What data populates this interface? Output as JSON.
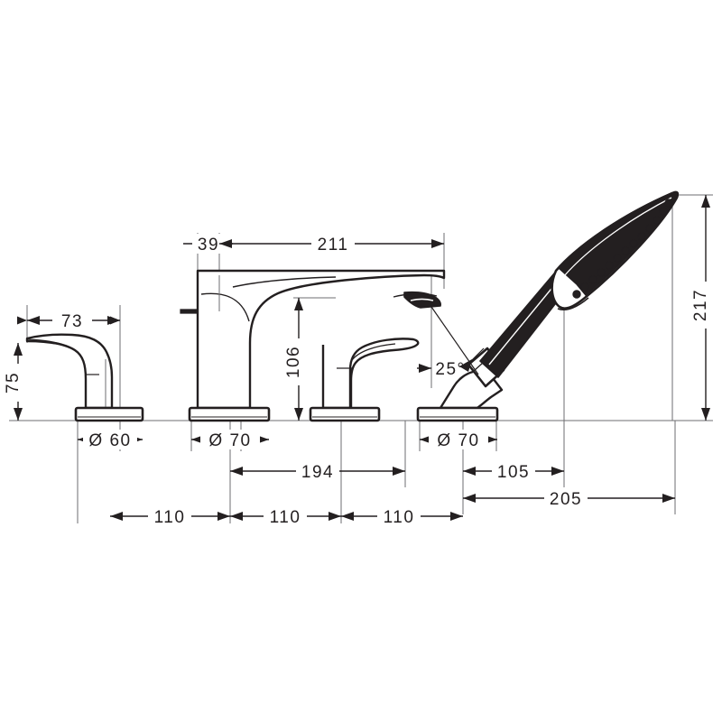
{
  "drawing": {
    "title": "Bath mixer technical dimension drawing",
    "units": "mm",
    "line_color": "#231f20",
    "thin_line_color": "#6d6e71",
    "background": "#ffffff"
  },
  "dimensions": {
    "handle_left_width": "73",
    "handle_left_height": "75",
    "base_left_diameter": "Ø 60",
    "spout_back_offset": "39",
    "spout_reach": "211",
    "spout_height": "106",
    "base_spout_diameter": "Ø 70",
    "base_shower_diameter": "Ø 70",
    "shower_angle": "25°",
    "shower_height": "217",
    "spout_to_handle_right": "194",
    "shower_offset": "105",
    "shower_span": "205",
    "spacing_1": "110",
    "spacing_2": "110",
    "spacing_3": "110"
  },
  "components": {
    "handle_left": "left-lever-handle",
    "spout": "bath-spout",
    "handle_right": "right-lever-handle",
    "handshower": "handshower-on-angled-base",
    "base_plates": [
      "base-plate-1",
      "base-plate-2",
      "base-plate-3",
      "base-plate-4"
    ]
  }
}
